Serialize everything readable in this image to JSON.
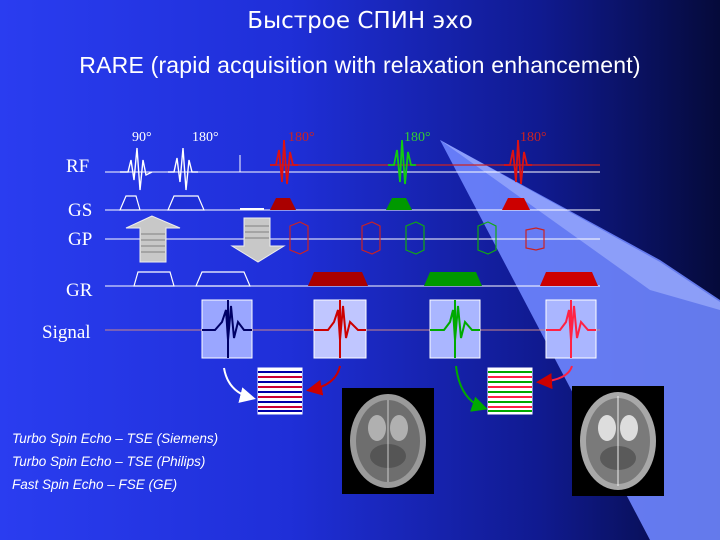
{
  "slide": {
    "title": "Быстрое СПИН эхо",
    "subtitle": "RARE (rapid acquisition with relaxation enhancement)"
  },
  "diagram": {
    "row_labels": {
      "rf": "RF",
      "gs": "GS",
      "gp": "GP",
      "gr": "GR",
      "signal": "Signal"
    },
    "pulse_labels": [
      "90°",
      "180°",
      "180°",
      "180°",
      "180°"
    ],
    "colors": {
      "white": "#ffffff",
      "red": "#cc0000",
      "green": "#009900",
      "pink": "#ff0033",
      "line": "#cc2222",
      "bg": "#1f2fd8"
    }
  },
  "vendors": [
    "Turbo Spin Echo – TSE (Siemens)",
    "Turbo Spin Echo – TSE (Philips)",
    "Fast Spin Echo – FSE (GE)"
  ]
}
